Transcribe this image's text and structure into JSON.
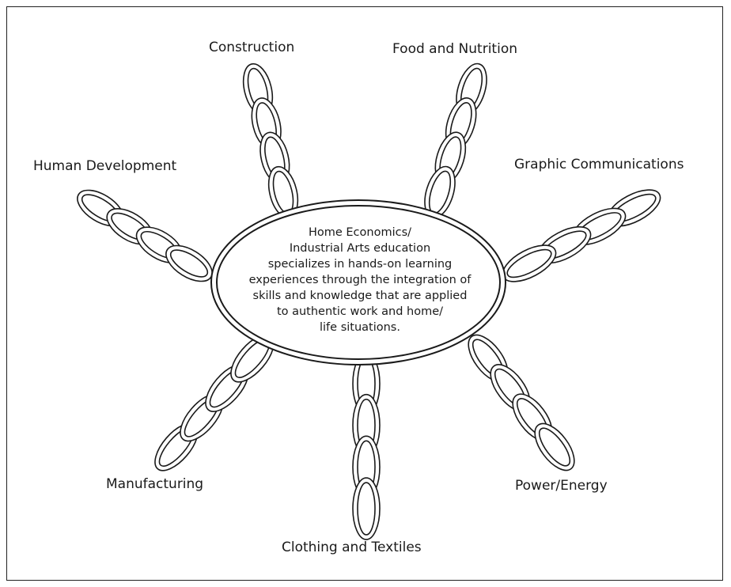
{
  "center": {
    "lines": [
      "Home Economics/",
      "Industrial Arts education",
      "specializes in hands-on learning",
      "experiences through the integration of",
      "skills and knowledge that are applied",
      "to authentic work and home/",
      "life situations."
    ]
  },
  "spokes": [
    {
      "label": "Construction"
    },
    {
      "label": "Food and Nutrition"
    },
    {
      "label": "Human Development"
    },
    {
      "label": "Graphic Communications"
    },
    {
      "label": "Manufacturing"
    },
    {
      "label": "Clothing and Textiles"
    },
    {
      "label": "Power/Energy"
    }
  ],
  "colors": {
    "stroke": "#1a1a1a",
    "background": "#ffffff"
  }
}
